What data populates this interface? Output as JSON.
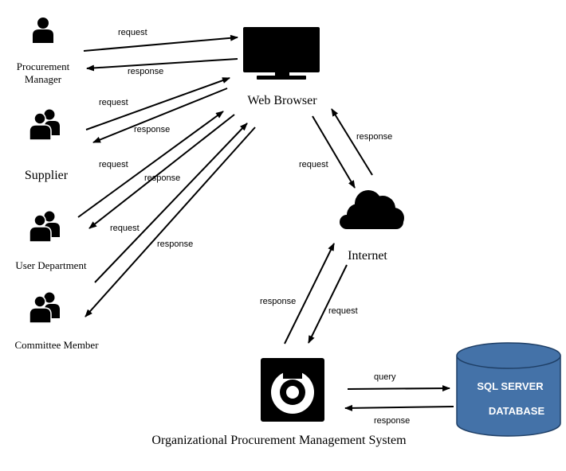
{
  "actors": [
    {
      "id": "procurement-manager",
      "lines": [
        "Procurement",
        "Manager"
      ]
    },
    {
      "id": "supplier",
      "lines": [
        "Supplier"
      ]
    },
    {
      "id": "user-department",
      "lines": [
        "User Department"
      ]
    },
    {
      "id": "committee-member",
      "lines": [
        "Committee Member"
      ]
    }
  ],
  "nodes": {
    "web_browser": "Web Browser",
    "internet": "Internet",
    "system": "Organizational Procurement Management System",
    "database_line1": "SQL SERVER",
    "database_line2": "DATABASE"
  },
  "labels": {
    "request": "request",
    "response": "response",
    "query": "query"
  },
  "colors": {
    "database_fill": "#4472a8",
    "database_stroke": "#1f3f66",
    "icon": "#000000"
  }
}
